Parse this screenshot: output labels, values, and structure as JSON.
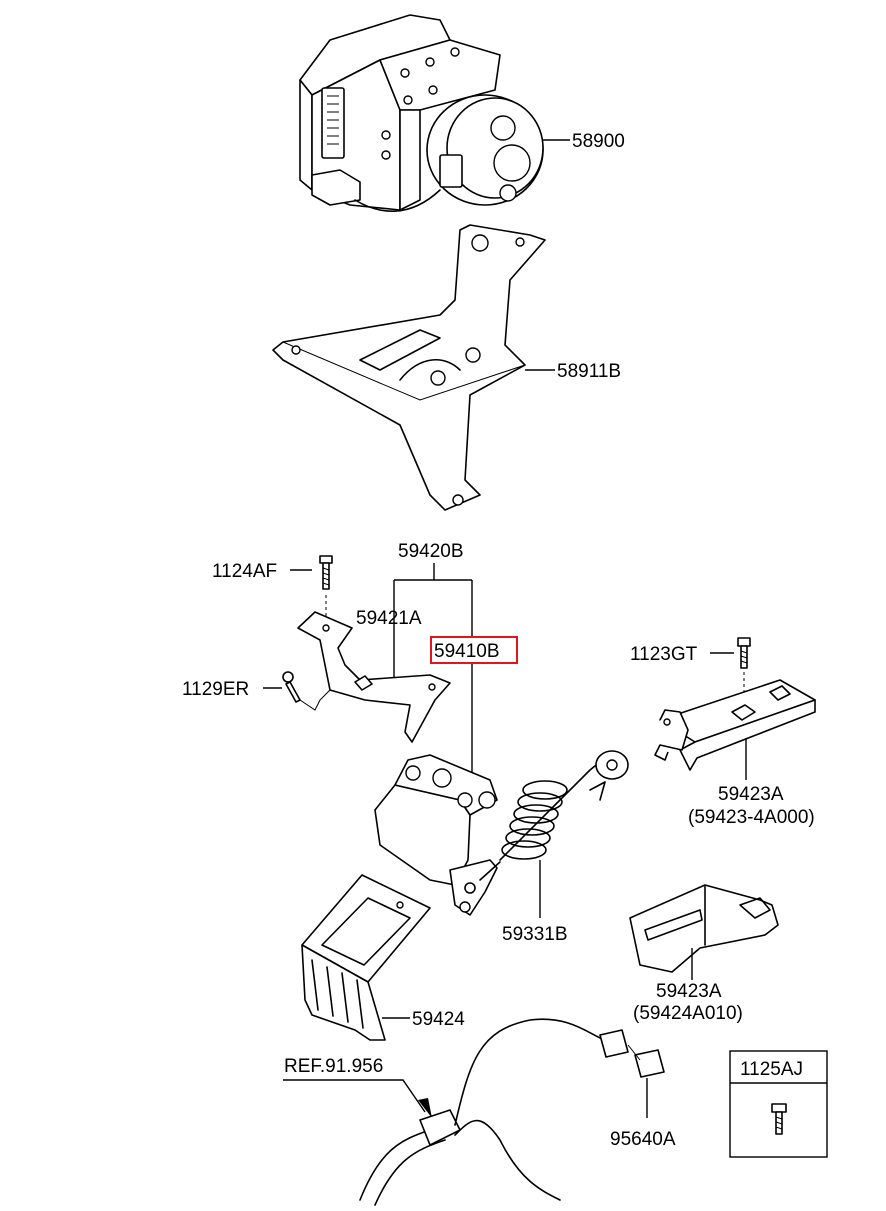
{
  "labels": {
    "hecu": "58900",
    "bracket_main": "58911B",
    "assembly": "59420B",
    "bolt_top": "1124AF",
    "bracket_small": "59421A",
    "sensor_highlighted": "59410B",
    "bolt_side": "1129ER",
    "bolt_right": "1123GT",
    "bracket_right": "59423A",
    "bracket_right_alt": "(59423-4A000)",
    "spring": "59331B",
    "bracket_lower": "59423A",
    "bracket_lower_alt": "(59424A010)",
    "bracket_bottom": "59424",
    "reference": "REF.91.956",
    "wire": "95640A",
    "box_title": "1125AJ"
  },
  "colors": {
    "highlight": "#e0161b",
    "ink": "#000000",
    "background": "#ffffff"
  }
}
